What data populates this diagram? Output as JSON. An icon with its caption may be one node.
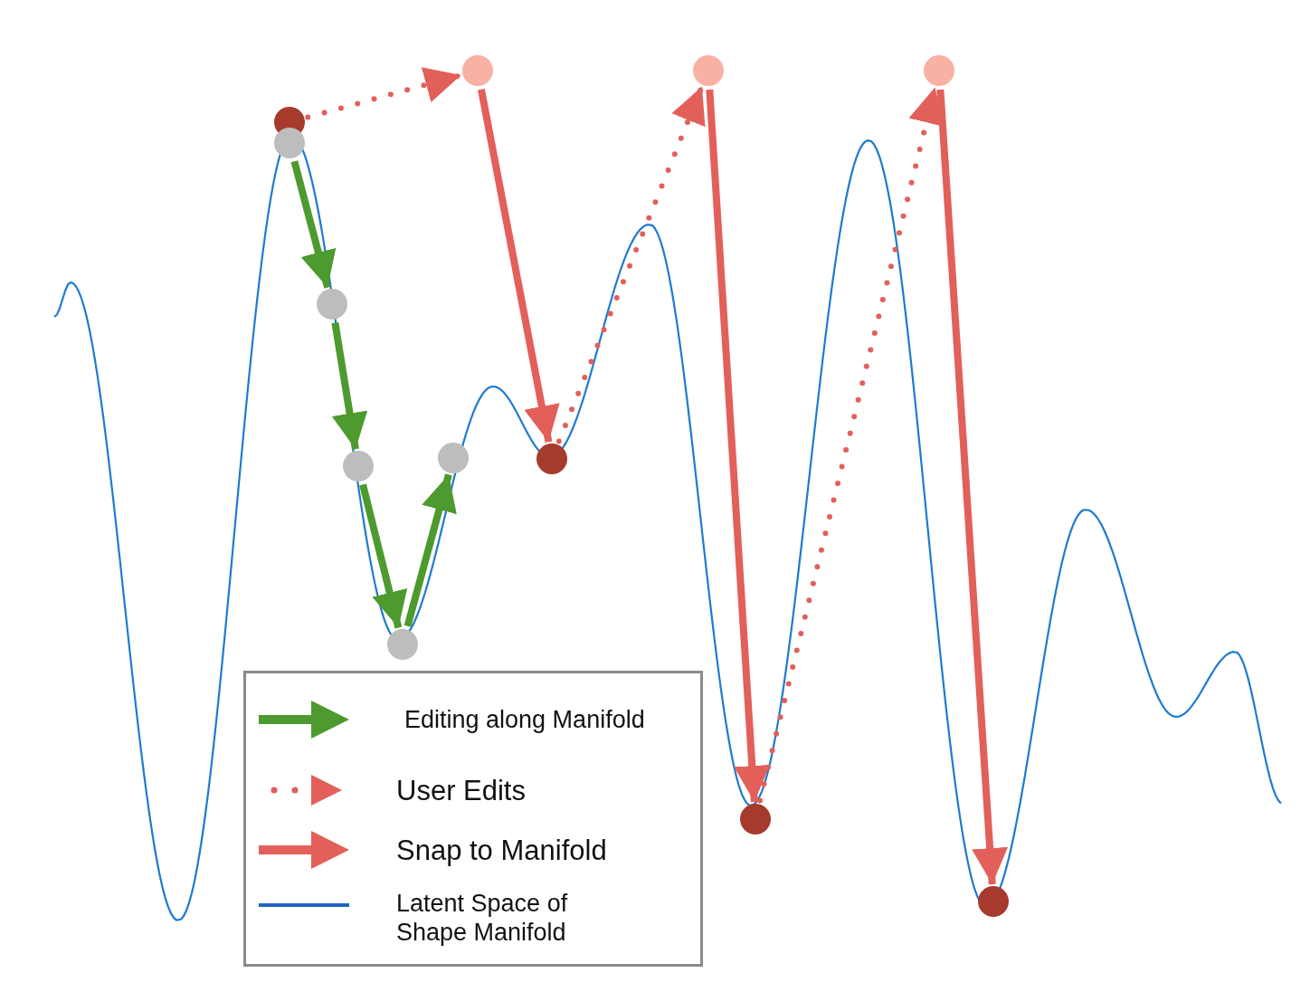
{
  "diagram": {
    "nodes": [
      {
        "text": [],
        "shape": "circle"
      },
      {
        "text": [],
        "shape": "circle"
      },
      {
        "text": [],
        "shape": "circle"
      },
      {
        "text": [],
        "shape": "circle"
      },
      {
        "text": [],
        "shape": "circle"
      },
      {
        "text": [],
        "shape": "circle"
      },
      {
        "text": [],
        "shape": "circle"
      },
      {
        "text": [],
        "shape": "circle"
      },
      {
        "text": [],
        "shape": "circle"
      },
      {
        "text": [],
        "shape": "circle"
      },
      {
        "text": [],
        "shape": "circle"
      },
      {
        "text": [],
        "shape": "circle"
      }
    ],
    "edges": [
      {
        "from": 0,
        "to": 2,
        "arrow": "to",
        "style": "dashed"
      },
      {
        "from": 2,
        "to": 7,
        "arrow": "to"
      },
      {
        "from": 7,
        "to": 8,
        "arrow": "to",
        "style": "dashed"
      },
      {
        "from": 8,
        "to": 9,
        "arrow": "to"
      },
      {
        "from": 9,
        "to": 10,
        "arrow": "to",
        "style": "dashed"
      },
      {
        "from": 10,
        "to": 11,
        "arrow": "to"
      },
      {
        "from": 1,
        "to": 3,
        "arrow": "to",
        "color": "#4d9a2f"
      },
      {
        "from": 3,
        "to": 4,
        "arrow": "to",
        "color": "#4d9a2f"
      },
      {
        "from": 4,
        "to": 5,
        "arrow": "to",
        "color": "#4d9a2f"
      },
      {
        "from": 5,
        "to": 6,
        "arrow": "to",
        "color": "#4d9a2f"
      }
    ],
    "legend": [
      {
        "text": "Editing along Manifold"
      },
      {
        "text": "User Edits"
      },
      {
        "text": "Snap to Manifold"
      },
      {
        "text": "Latent Space of Shape Manifold"
      }
    ]
  }
}
